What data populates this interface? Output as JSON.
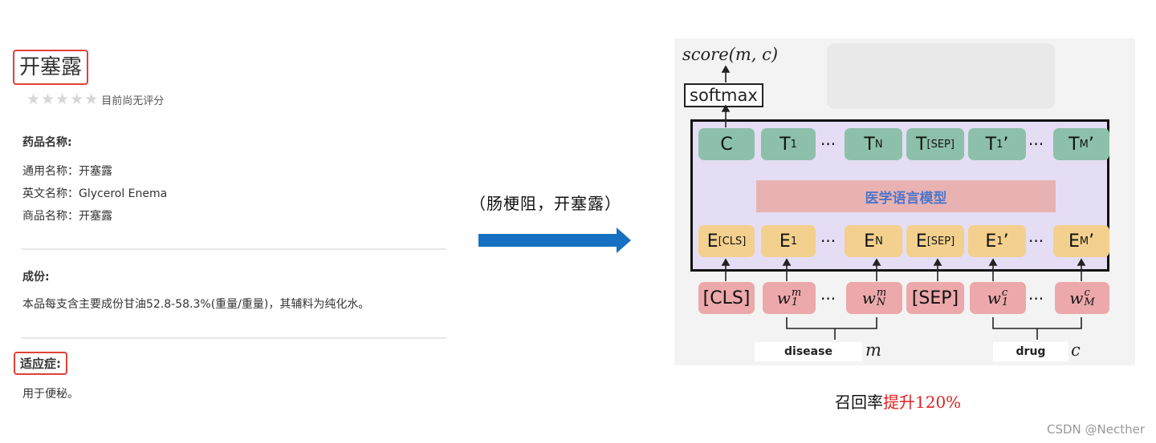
{
  "left": {
    "drug_title": "开塞露",
    "rating_text": "目前尚无评分",
    "stars": 5,
    "name_section": {
      "heading": "药品名称:",
      "generic": "通用名称：开塞露",
      "english": "英文名称：Glycerol Enema",
      "trade": "商品名称：开塞露"
    },
    "ingredients": {
      "heading": "成份:",
      "text": "本品每支含主要成份甘油52.8-58.3%(重量/重量)，其辅料为纯化水。"
    },
    "indication": {
      "heading": "适应症:",
      "text": "用于便秘。"
    }
  },
  "middle": {
    "query": "（肠梗阻，开塞露）",
    "arrow_color": "#1670c2"
  },
  "diagram": {
    "score_label": "score(m, c)",
    "softmax_label": "softmax",
    "model_label": "医学语言模型",
    "top_tokens": [
      {
        "main": "C",
        "sub": ""
      },
      {
        "main": "T",
        "sub": "1"
      },
      {
        "main": "T",
        "sub": "N"
      },
      {
        "main": "T",
        "sub": "[SEP]"
      },
      {
        "main": "T",
        "sub": "1",
        "suffix": "’"
      },
      {
        "main": "T",
        "sub": "M",
        "suffix": "’"
      }
    ],
    "embedding_tokens": [
      {
        "main": "E",
        "sub": "[CLS]"
      },
      {
        "main": "E",
        "sub": "1"
      },
      {
        "main": "E",
        "sub": "N"
      },
      {
        "main": "E",
        "sub": "[SEP]"
      },
      {
        "main": "E",
        "sub": "1",
        "suffix": "’"
      },
      {
        "main": "E",
        "sub": "M",
        "suffix": "’"
      }
    ],
    "input_tokens": [
      {
        "main": "[CLS]"
      },
      {
        "main": "w",
        "sub": "1",
        "sup": "m"
      },
      {
        "main": "w",
        "sub": "N",
        "sup": "m"
      },
      {
        "main": "[SEP]"
      },
      {
        "main": "w",
        "sub": "1",
        "sup": "c"
      },
      {
        "main": "w",
        "sub": "M",
        "sup": "c"
      }
    ],
    "ellipsis": "···",
    "group_m": {
      "label": "disease",
      "var": "m"
    },
    "group_c": {
      "label": "drug",
      "var": "c"
    },
    "colors": {
      "output": "#8cc0aa",
      "embedding": "#f3d08d",
      "input": "#eca8aa",
      "model_bar": "#e9b2b2",
      "model_text": "#4f76c9",
      "bert_bg": "#e5ddf3"
    }
  },
  "recall": {
    "prefix": "召回率",
    "highlight": "提升120%"
  },
  "watermark": "CSDN @Necther"
}
